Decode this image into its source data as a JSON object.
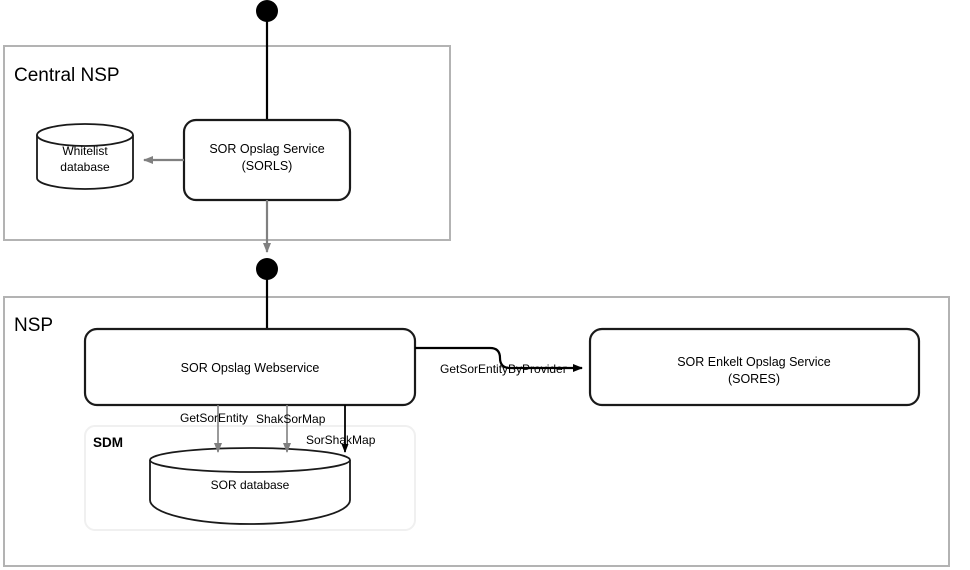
{
  "diagram": {
    "type": "architecture-flow-diagram",
    "background": "#ffffff",
    "colors": {
      "container_border": "#b3b3b3",
      "subcontainer_border": "#f0f0f0",
      "node_border": "#1a1a1a",
      "edge_black": "#000000",
      "edge_gray": "#808080",
      "text": "#000000"
    },
    "containers": [
      {
        "id": "central-nsp",
        "title": "Central NSP"
      },
      {
        "id": "nsp",
        "title": "NSP"
      }
    ],
    "subcontainers": [
      {
        "id": "sdm",
        "title": "SDM"
      }
    ],
    "nodes": [
      {
        "id": "sorls",
        "shape": "rounded-rect",
        "line1": "SOR Opslag Service",
        "line2": "(SORLS)"
      },
      {
        "id": "sor-opslag-webservice",
        "shape": "rounded-rect",
        "line1": "SOR Opslag Webservice",
        "line2": ""
      },
      {
        "id": "sores",
        "shape": "rounded-rect",
        "line1": "SOR Enkelt Opslag Service",
        "line2": "(SORES)"
      }
    ],
    "databases": [
      {
        "id": "whitelist-database",
        "shape": "cylinder",
        "line1": "Whitelist",
        "line2": "database"
      },
      {
        "id": "sor-database",
        "shape": "cylinder",
        "line1": "SOR database",
        "line2": ""
      }
    ],
    "terminals": [
      {
        "id": "start-terminal",
        "shape": "filled-circle"
      },
      {
        "id": "mid-terminal",
        "shape": "filled-circle"
      }
    ],
    "edges": [
      {
        "id": "sorls-to-whitelist",
        "label": "",
        "color": "#808080",
        "arrow": true
      },
      {
        "id": "start-to-sorls",
        "label": "",
        "color": "#000000",
        "arrow": false
      },
      {
        "id": "sorls-to-mid-terminal",
        "label": "",
        "color": "#808080",
        "arrow": true
      },
      {
        "id": "mid-terminal-to-webservice",
        "label": "",
        "color": "#000000",
        "arrow": false
      },
      {
        "id": "webservice-to-sores",
        "label": "GetSorEntityByProvider",
        "color": "#000000",
        "arrow": true
      },
      {
        "id": "webservice-to-db-getsorentity",
        "label": "GetSorEntity",
        "color": "#808080",
        "arrow": true
      },
      {
        "id": "webservice-to-db-shaksormap",
        "label": "ShakSorMap",
        "color": "#808080",
        "arrow": true
      },
      {
        "id": "webservice-to-db-sorshakmap",
        "label": "SorShakMap",
        "color": "#000000",
        "arrow": true
      }
    ]
  }
}
